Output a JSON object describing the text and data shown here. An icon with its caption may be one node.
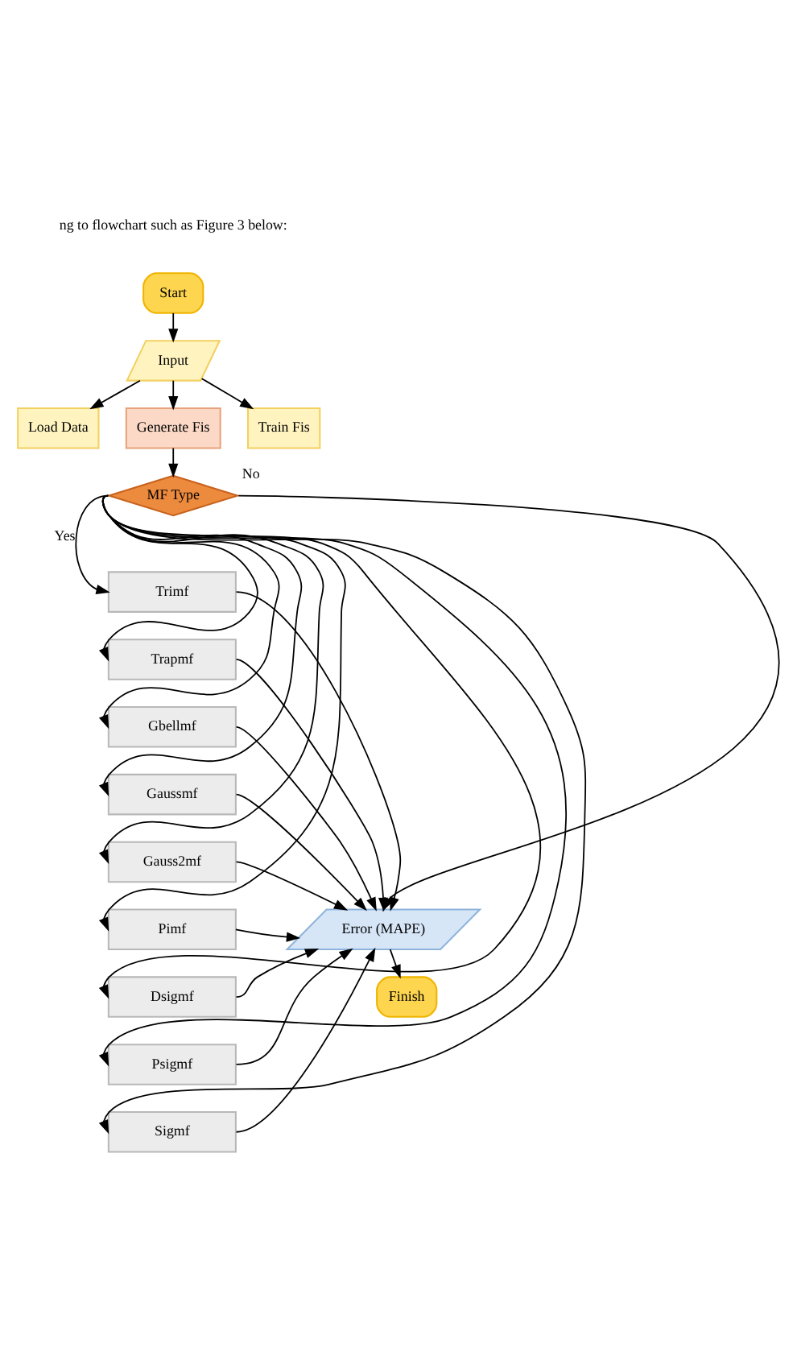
{
  "diagram": {
    "nodes": [
      {
        "text": [
          "Start"
        ]
      },
      {
        "text": [
          "Input"
        ]
      },
      {
        "text": [
          "Load Data"
        ]
      },
      {
        "text": [
          "Generate Fis"
        ]
      },
      {
        "text": [
          "Train Fis"
        ]
      },
      {
        "text": [
          "MF Type"
        ]
      },
      {
        "text": [
          "Trimf"
        ]
      },
      {
        "text": [
          "Trapmf"
        ]
      },
      {
        "text": [
          "Gbellmf"
        ]
      },
      {
        "text": [
          "Gaussmf"
        ]
      },
      {
        "text": [
          "Gauss2mf"
        ]
      },
      {
        "text": [
          "Pimf"
        ]
      },
      {
        "text": [
          "Dsigmf"
        ]
      },
      {
        "text": [
          "Psigmf"
        ]
      },
      {
        "text": [
          "Sigmf"
        ]
      },
      {
        "text": [
          "Error (MAPE)"
        ]
      },
      {
        "text": [
          "Finish"
        ]
      }
    ],
    "edges": [
      {
        "from": 0,
        "to": 1,
        "arrow": "to"
      },
      {
        "from": 1,
        "to": 2,
        "arrow": "to"
      },
      {
        "from": 1,
        "to": 3,
        "arrow": "to"
      },
      {
        "from": 1,
        "to": 4,
        "arrow": "to"
      },
      {
        "from": 3,
        "to": 5,
        "arrow": "to"
      },
      {
        "from": 5,
        "to": 6,
        "arrow": "to",
        "label": "Yes"
      },
      {
        "from": 5,
        "to": 7,
        "arrow": "to"
      },
      {
        "from": 5,
        "to": 8,
        "arrow": "to"
      },
      {
        "from": 5,
        "to": 9,
        "arrow": "to"
      },
      {
        "from": 5,
        "to": 10,
        "arrow": "to"
      },
      {
        "from": 5,
        "to": 11,
        "arrow": "to"
      },
      {
        "from": 5,
        "to": 12,
        "arrow": "to"
      },
      {
        "from": 5,
        "to": 13,
        "arrow": "to"
      },
      {
        "from": 5,
        "to": 14,
        "arrow": "to"
      },
      {
        "from": 5,
        "to": 15,
        "arrow": "to",
        "label": "No"
      },
      {
        "from": 6,
        "to": 15,
        "arrow": "to"
      },
      {
        "from": 7,
        "to": 15,
        "arrow": "to"
      },
      {
        "from": 8,
        "to": 15,
        "arrow": "to"
      },
      {
        "from": 9,
        "to": 15,
        "arrow": "to"
      },
      {
        "from": 10,
        "to": 15,
        "arrow": "to"
      },
      {
        "from": 11,
        "to": 15,
        "arrow": "to"
      },
      {
        "from": 12,
        "to": 15,
        "arrow": "to"
      },
      {
        "from": 13,
        "to": 15,
        "arrow": "to"
      },
      {
        "from": 14,
        "to": 15,
        "arrow": "to"
      },
      {
        "from": 15,
        "to": 16,
        "arrow": "to"
      }
    ],
    "labels": [
      "ng to flowchart such as Figure 3 below:"
    ]
  }
}
